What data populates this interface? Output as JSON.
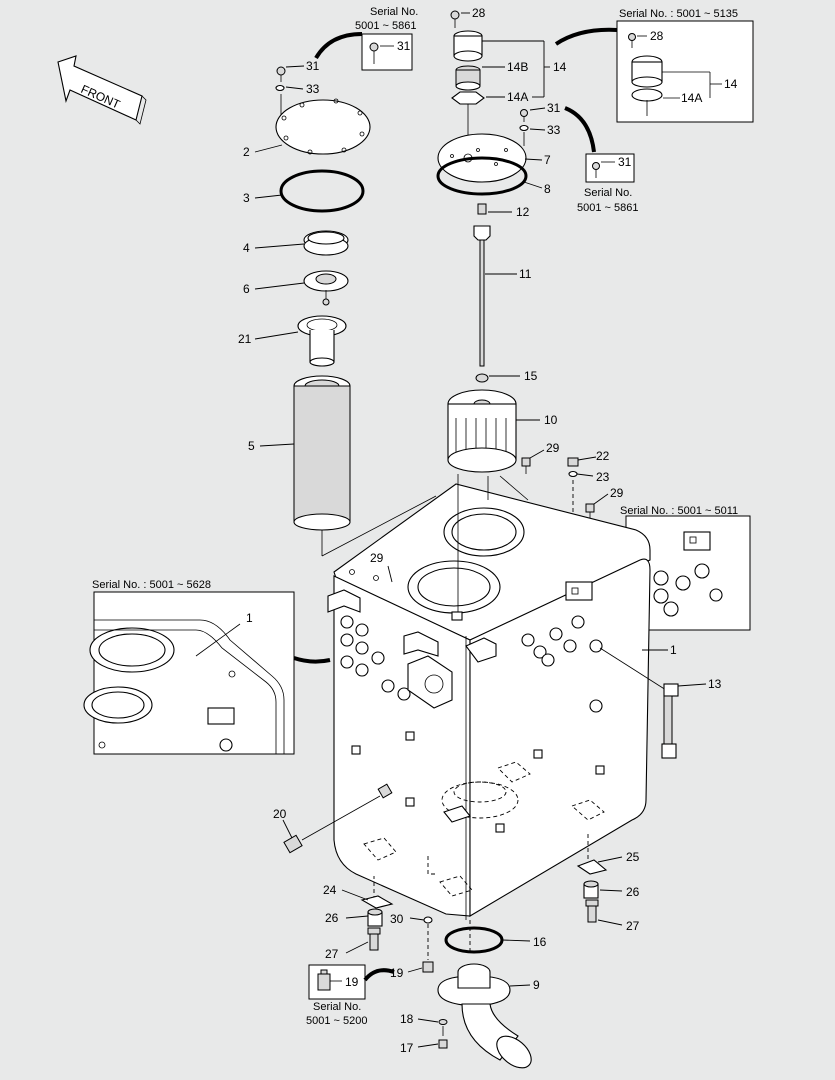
{
  "front_label": "FRONT",
  "serial_boxes": {
    "top_left": {
      "title": "Serial No.",
      "range": "5001 ~ 5861",
      "part": "31"
    },
    "top_right": {
      "title": "Serial No. : 5001 ~ 5135",
      "parts": [
        "28",
        "14",
        "14A"
      ]
    },
    "mid_right": {
      "title": "Serial No.",
      "range": "5001 ~ 5861",
      "part": "31"
    },
    "right": {
      "title": "Serial No. : 5001 ~ 5011"
    },
    "left": {
      "title": "Serial No. : 5001 ~ 5628",
      "part": "1"
    },
    "bottom_left": {
      "title": "Serial No.",
      "range": "5001 ~ 5200",
      "part": "19"
    }
  },
  "callouts": {
    "p28": "28",
    "p31a": "31",
    "p33a": "33",
    "p14B": "14B",
    "p14": "14",
    "p14A": "14A",
    "p2": "2",
    "p31b": "31",
    "p33b": "33",
    "p7": "7",
    "p8": "8",
    "p3": "3",
    "p12": "12",
    "p4": "4",
    "p6": "6",
    "p11": "11",
    "p21": "21",
    "p15": "15",
    "p10": "10",
    "p5": "5",
    "p29a": "29",
    "p22": "22",
    "p23": "23",
    "p29b": "29",
    "p29c": "29",
    "p1": "1",
    "p13": "13",
    "p20": "20",
    "p25": "25",
    "p24": "24",
    "p26a": "26",
    "p26b": "26",
    "p30": "30",
    "p16": "16",
    "p27a": "27",
    "p27b": "27",
    "p19": "19",
    "p9": "9",
    "p18": "18",
    "p17": "17"
  }
}
